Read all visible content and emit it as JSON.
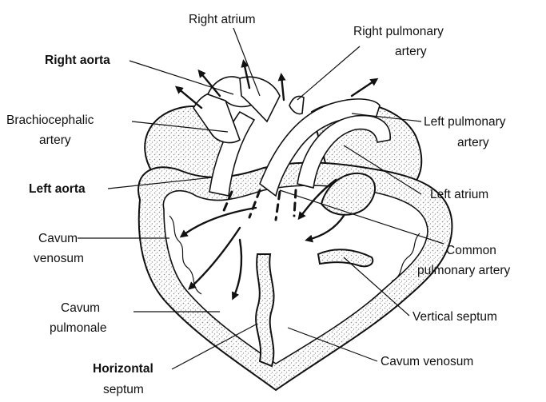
{
  "labels": {
    "right_atrium": "Right atrium",
    "right_pulmonary_artery_1": "Right pulmonary",
    "right_pulmonary_artery_2": "artery",
    "right_aorta": "Right aorta",
    "brachiocephalic_1": "Brachiocephalic",
    "brachiocephalic_2": "artery",
    "left_pulmonary_artery_1": "Left pulmonary",
    "left_pulmonary_artery_2": "artery",
    "left_atrium": "Left atrium",
    "left_aorta": "Left aorta",
    "cavum_venosum_left_1": "Cavum",
    "cavum_venosum_left_2": "venosum",
    "common_pulmonary_1": "Common",
    "common_pulmonary_2": "pulmonary artery",
    "cavum_pulmonale_1": "Cavum",
    "cavum_pulmonale_2": "pulmonale",
    "vertical_septum": "Vertical septum",
    "horizontal_septum_1": "Horizontal",
    "horizontal_septum_2": "septum",
    "cavum_venosum_bottom": "Cavum venosum"
  },
  "colors": {
    "ink": "#111111",
    "wall_stipple": "#b5b5b5",
    "background": "#ffffff"
  }
}
